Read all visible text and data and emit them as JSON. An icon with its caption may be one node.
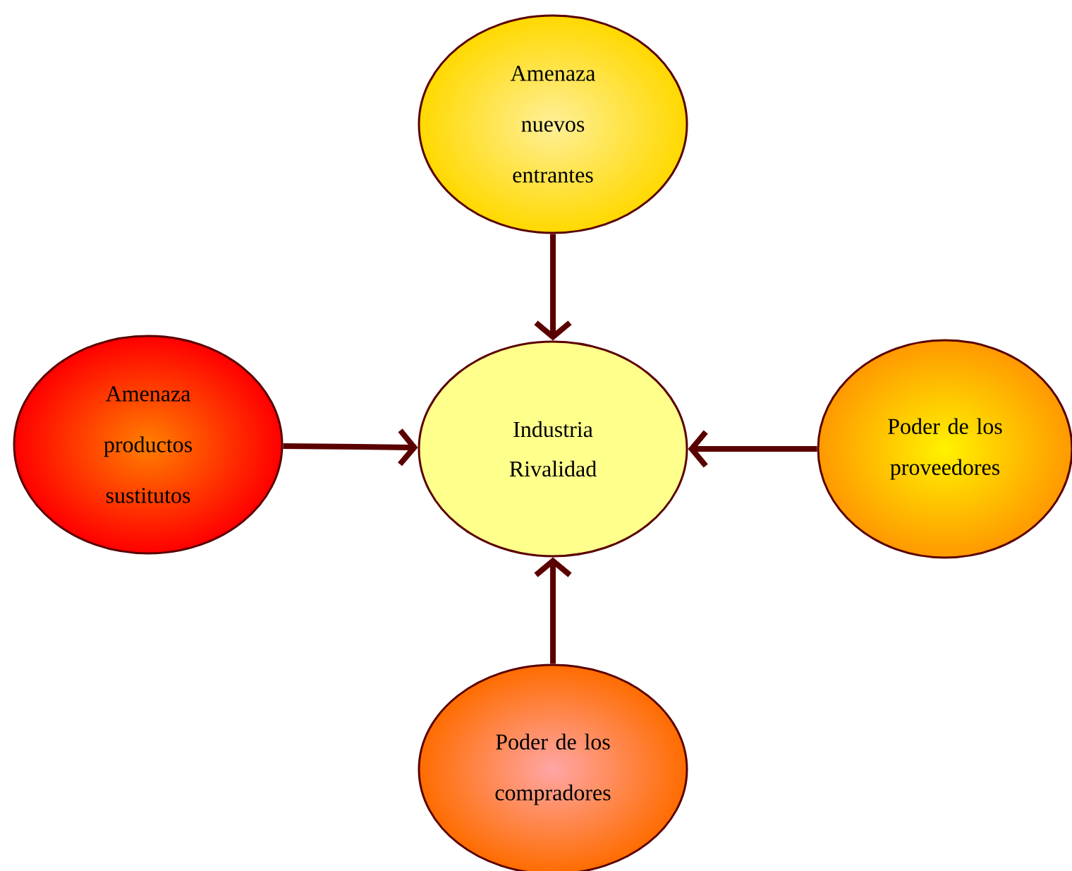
{
  "diagram": {
    "nodes": [
      {
        "text": [
          "Amenaza nuevos entrantes"
        ]
      },
      {
        "text": [
          "Amenaza productos sustitutos"
        ]
      },
      {
        "text": [
          "Industria Rivalidad"
        ]
      },
      {
        "text": [
          "Poder de los proveedores"
        ]
      },
      {
        "text": [
          "Poder de los compradores"
        ]
      }
    ],
    "edges": [
      {
        "from": 0,
        "to": 2,
        "arrow": "to"
      },
      {
        "from": 1,
        "to": 2,
        "arrow": "to"
      },
      {
        "from": 3,
        "to": 2,
        "arrow": "to"
      },
      {
        "from": 4,
        "to": 2,
        "arrow": "to"
      }
    ]
  }
}
